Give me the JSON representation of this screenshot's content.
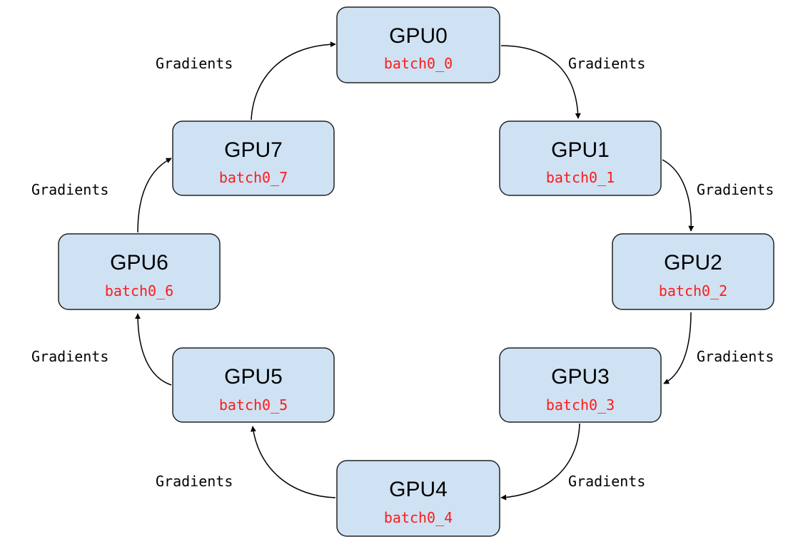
{
  "colors": {
    "node_fill": "#cfe2f3",
    "node_border": "#222222",
    "batch_text": "#ff1a1a",
    "arrow": "#000000"
  },
  "nodes": [
    {
      "id": "gpu0",
      "title": "GPU0",
      "batch": "batch0_0"
    },
    {
      "id": "gpu1",
      "title": "GPU1",
      "batch": "batch0_1"
    },
    {
      "id": "gpu2",
      "title": "GPU2",
      "batch": "batch0_2"
    },
    {
      "id": "gpu3",
      "title": "GPU3",
      "batch": "batch0_3"
    },
    {
      "id": "gpu4",
      "title": "GPU4",
      "batch": "batch0_4"
    },
    {
      "id": "gpu5",
      "title": "GPU5",
      "batch": "batch0_5"
    },
    {
      "id": "gpu6",
      "title": "GPU6",
      "batch": "batch0_6"
    },
    {
      "id": "gpu7",
      "title": "GPU7",
      "batch": "batch0_7"
    }
  ],
  "edges": [
    {
      "from": "GPU0",
      "to": "GPU1",
      "label": "Gradients"
    },
    {
      "from": "GPU1",
      "to": "GPU2",
      "label": "Gradients"
    },
    {
      "from": "GPU2",
      "to": "GPU3",
      "label": "Gradients"
    },
    {
      "from": "GPU3",
      "to": "GPU4",
      "label": "Gradients"
    },
    {
      "from": "GPU4",
      "to": "GPU5",
      "label": "Gradients"
    },
    {
      "from": "GPU5",
      "to": "GPU6",
      "label": "Gradients"
    },
    {
      "from": "GPU6",
      "to": "GPU7",
      "label": "Gradients"
    },
    {
      "from": "GPU7",
      "to": "GPU0",
      "label": "Gradients"
    }
  ]
}
